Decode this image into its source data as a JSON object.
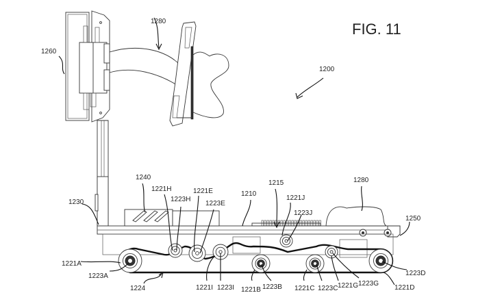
{
  "figure": {
    "title": "FIG. 11",
    "reference_numerals": {
      "device": "1200",
      "frame": "1210",
      "rack": "1215",
      "track": "1224",
      "mast": "1230",
      "motor": "1240",
      "front_bracket": "1250",
      "panel": "1260",
      "cable": "1280",
      "cushion": "1280"
    },
    "wheels": [
      {
        "name": "wheel-1221a",
        "wheel": "1221A",
        "axle": "1223A"
      },
      {
        "name": "wheel-1221b",
        "wheel": "1221B",
        "axle": "1223B"
      },
      {
        "name": "wheel-1221c",
        "wheel": "1221C",
        "axle": "1223C"
      },
      {
        "name": "wheel-1221d",
        "wheel": "1221D",
        "axle": "1223D"
      },
      {
        "name": "wheel-1221e",
        "wheel": "1221E",
        "axle": "1223E"
      },
      {
        "name": "wheel-1221g",
        "wheel": "1221G",
        "axle": "1223G"
      },
      {
        "name": "wheel-1221h",
        "wheel": "1221H",
        "axle": "1223H"
      },
      {
        "name": "wheel-1221i",
        "wheel": "1221I",
        "axle": "1223I"
      },
      {
        "name": "wheel-1221j",
        "wheel": "1221J",
        "axle": "1223J"
      }
    ]
  }
}
